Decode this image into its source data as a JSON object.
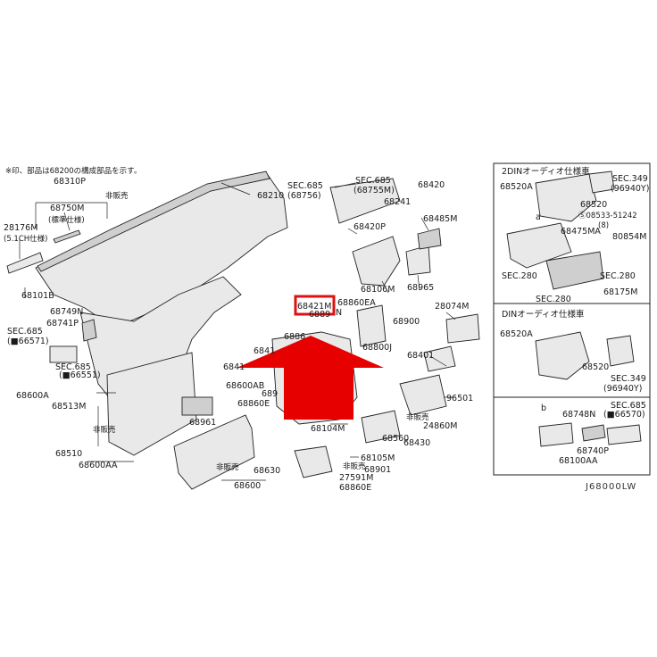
{
  "diagram": {
    "note": "※印、部品は68200の構成部品を示す。",
    "code": "J68000LW",
    "highlight_color": "#e01010",
    "arrow_color": "#e60000",
    "labels": {
      "l68310P": "68310P",
      "l68750M": "68750M",
      "lhyojun": "(標準仕様)",
      "lhihan1": "非販売",
      "l28176M": "28176M",
      "l51ch": "(5.1CH仕様)",
      "l68101B": "68101B",
      "l68749N": "68749N",
      "l68741P": "68741P",
      "lsec685a": "SEC.685",
      "l66571": "(■66571)",
      "lsec685b": "SEC.685",
      "l66551": "(■66551)",
      "l68600A": "68600A",
      "l68513M": "68513M",
      "lhihan2": "非販売",
      "l68510": "68510",
      "l68600AA": "68600AA",
      "l68210": "68210",
      "lsec685c": "SEC.685",
      "l68756": "(68756)",
      "lsec685d": "SEC.685",
      "l68755M": "(68755M)",
      "l68420": "68420",
      "l68241": "68241",
      "l68420P": "68420P",
      "l68485M": "68485M",
      "l68106M": "68106M",
      "l68965": "68965",
      "l68421M": "68421M",
      "l6889x": "6889",
      "l68860EA": "68860EA",
      "lN": "N",
      "l68900": "68900",
      "l6886x": "6886",
      "l68800J": "68800J",
      "l6841x1": "6841",
      "l6841x2": "6841",
      "l68600AB": "68600AB",
      "l6895x": "689",
      "l68860Ex": "68860E",
      "l68961": "68961",
      "l68401": "68401",
      "l28074M": "28074M",
      "l96501": "96501",
      "lhihan3": "非販売",
      "l24860M": "24860M",
      "l68104M": "68104M",
      "l68560": "68560",
      "l68430": "68430",
      "l68105M": "68105M",
      "lhihan4": "非販売",
      "l68901": "68901",
      "l27591M": "27591M",
      "l68860E": "68860E",
      "lhihan5": "非販売",
      "l68630": "68630",
      "l68600": "68600"
    },
    "inset_2din": {
      "title": "2DINオーディオ仕様車",
      "labels": {
        "l68520A": "68520A",
        "lsec349": "SEC.349",
        "l96940Y": "(96940Y)",
        "l68520": "68520",
        "la": "a",
        "l08533": "Ⓢ08533-51242",
        "l8": "(8)",
        "l68475MA": "68475MA",
        "l80854M": "80854M",
        "lsec280a": "SEC.280",
        "lsec280b": "SEC.280",
        "lsec280c": "SEC.280",
        "l68175M": "68175M"
      }
    },
    "inset_din": {
      "title": "DINオーディオ仕様車",
      "labels": {
        "l68520A": "68520A",
        "l68520": "68520",
        "lsec349": "SEC.349",
        "l96940Y": "(96940Y)"
      }
    },
    "inset_small": {
      "labels": {
        "lb": "b",
        "l68748N": "68748N",
        "lsec685": "SEC.685",
        "l66570": "(■66570)",
        "l68740P": "68740P",
        "l68100AA": "68100AA"
      }
    }
  }
}
